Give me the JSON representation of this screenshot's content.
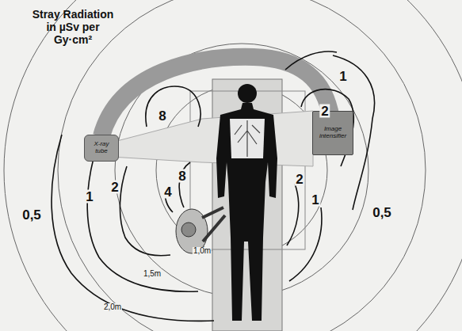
{
  "diagram": {
    "title": "Stray Radiation in µSv per Gy·cm²",
    "nodes": [
      {
        "text": [
          "X-ray tube"
        ]
      },
      {
        "text": [
          "Image intensifier"
        ]
      }
    ],
    "labels": [
      "1",
      "8",
      "2",
      "8",
      "4",
      "2",
      "1",
      "2",
      "1",
      "0,5",
      "0,5",
      "1,0m",
      "1,5m",
      "2,0m"
    ]
  }
}
